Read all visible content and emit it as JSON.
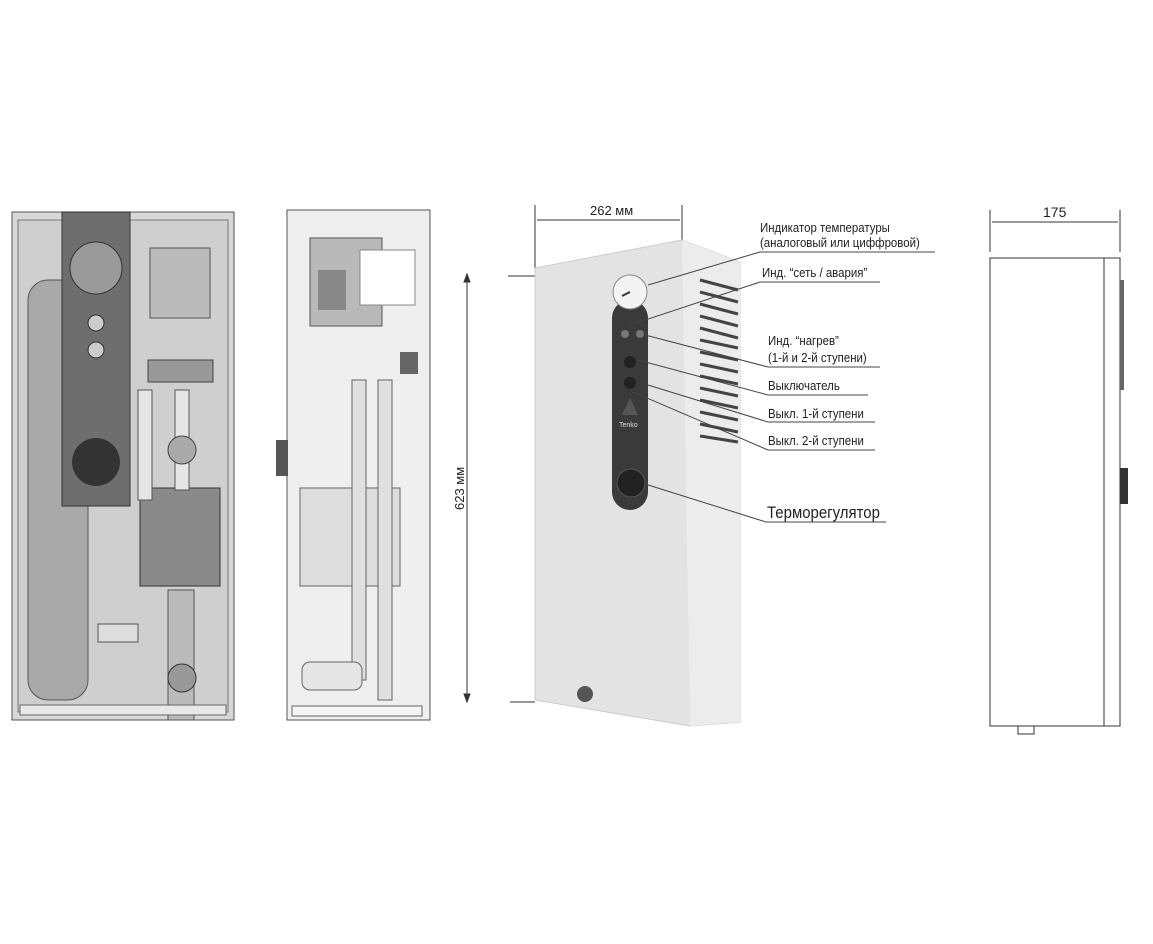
{
  "dimensions": {
    "width": "262 мм",
    "height": "623 мм",
    "depth": "175"
  },
  "callouts": [
    {
      "id": "temp-indicator",
      "lines": [
        "Индикатор температуры",
        "(аналоговый или циффровой)"
      ]
    },
    {
      "id": "network-alarm",
      "lines": [
        "Инд. “сеть / авария”"
      ]
    },
    {
      "id": "heating-indicator",
      "lines": [
        "Инд. “нагрев”",
        "(1-й и 2-й ступени)"
      ]
    },
    {
      "id": "switch",
      "lines": [
        "Выключатель"
      ]
    },
    {
      "id": "stage1-switch",
      "lines": [
        "Выкл. 1-й ступени"
      ]
    },
    {
      "id": "stage2-switch",
      "lines": [
        "Выкл. 2-й ступени"
      ]
    },
    {
      "id": "thermoregulator",
      "lines": [
        "Терморегулятор"
      ]
    }
  ],
  "panel": {
    "brand": "Tenko"
  },
  "colors": {
    "body": "#e3e3e3",
    "panel": "#3a3a3a",
    "line": "#333333"
  }
}
